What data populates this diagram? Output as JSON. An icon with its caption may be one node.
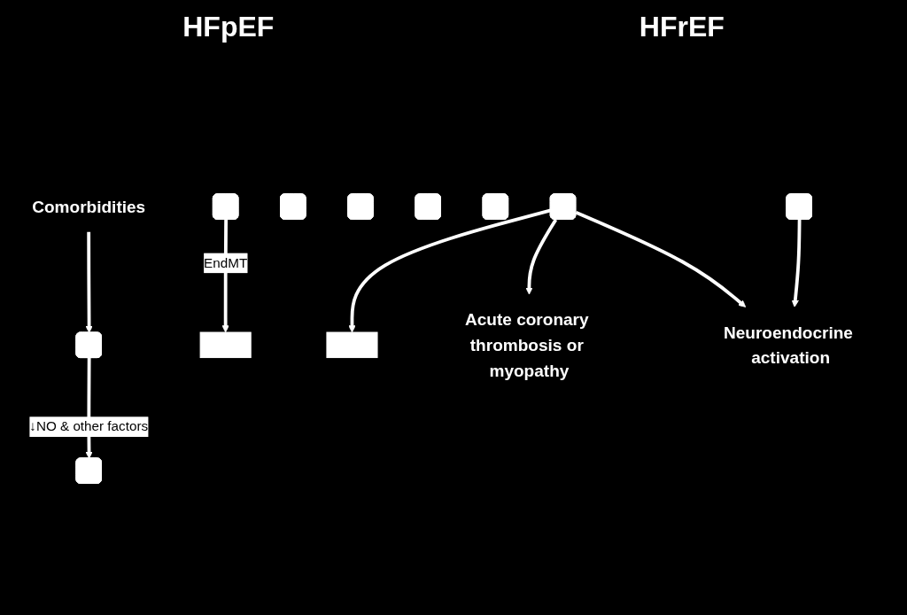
{
  "diagram": {
    "nodes": [
      {
        "text": [
          "Comorbidities"
        ]
      },
      {
        "text": [],
        "shape": "box"
      },
      {
        "text": [],
        "shape": "box"
      },
      {
        "text": [],
        "shape": "band"
      },
      {
        "text": [],
        "shape": "box"
      },
      {
        "text": [],
        "shape": "box"
      },
      {
        "text": [],
        "shape": "box"
      },
      {
        "text": [],
        "shape": "box"
      },
      {
        "text": [],
        "shape": "box"
      },
      {
        "text": [],
        "shape": "band"
      },
      {
        "text": [],
        "shape": "box"
      },
      {
        "text": [],
        "shape": "box"
      },
      {
        "text": [
          "Acute coronary thrombosis or myopathy"
        ]
      },
      {
        "text": [
          "Neuroendocrine activation"
        ]
      }
    ],
    "edges": [
      {
        "from": 0,
        "to": 1,
        "arrow": "to"
      },
      {
        "from": 1,
        "to": 5,
        "label": "↓NO & other factors",
        "arrow": "to"
      },
      {
        "from": 2,
        "to": 3,
        "label": "EndMT",
        "arrow": "to"
      },
      {
        "from": 10,
        "to": 9,
        "arrow": "to"
      },
      {
        "from": 10,
        "to": 12,
        "arrow": "to"
      },
      {
        "from": 10,
        "to": 13,
        "arrow": "to"
      },
      {
        "from": 11,
        "to": 13,
        "arrow": "to"
      }
    ],
    "labels": [
      "HFpEF",
      "HFrEF"
    ]
  }
}
